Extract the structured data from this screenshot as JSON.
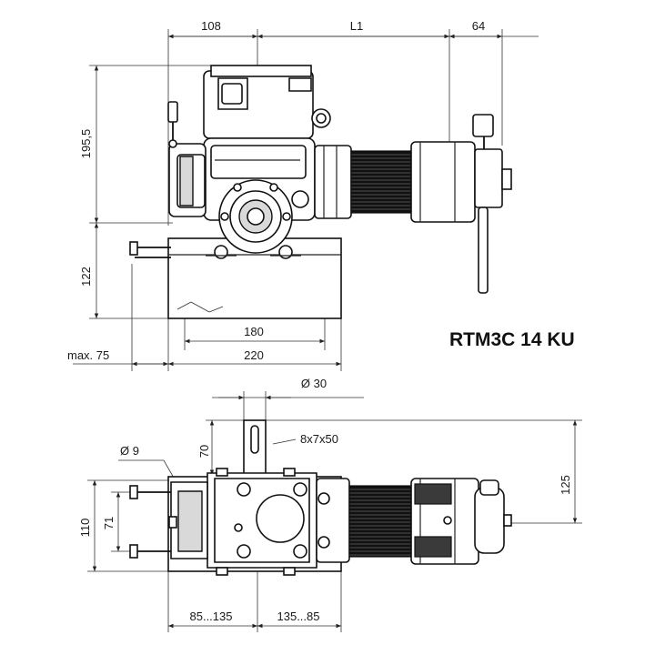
{
  "title": "RTM3C 14 KU",
  "side_view": {
    "dim_top_left": "108",
    "dim_top_mid": "L1",
    "dim_top_right": "64",
    "dim_height_motor": "195,5",
    "dim_height_base": "122",
    "dim_base_inner": "180",
    "dim_base_outer": "220",
    "dim_max": "max. 75"
  },
  "top_view": {
    "dim_shaft_dia": "Ø  30",
    "dim_key": "8x7x50",
    "dim_hole_dia": "Ø  9",
    "dim_shaft_len": "70",
    "dim_width_outer": "110",
    "dim_width_inner": "71",
    "dim_right_height": "125",
    "dim_bottom_left": "85...135",
    "dim_bottom_right": "135...85"
  }
}
